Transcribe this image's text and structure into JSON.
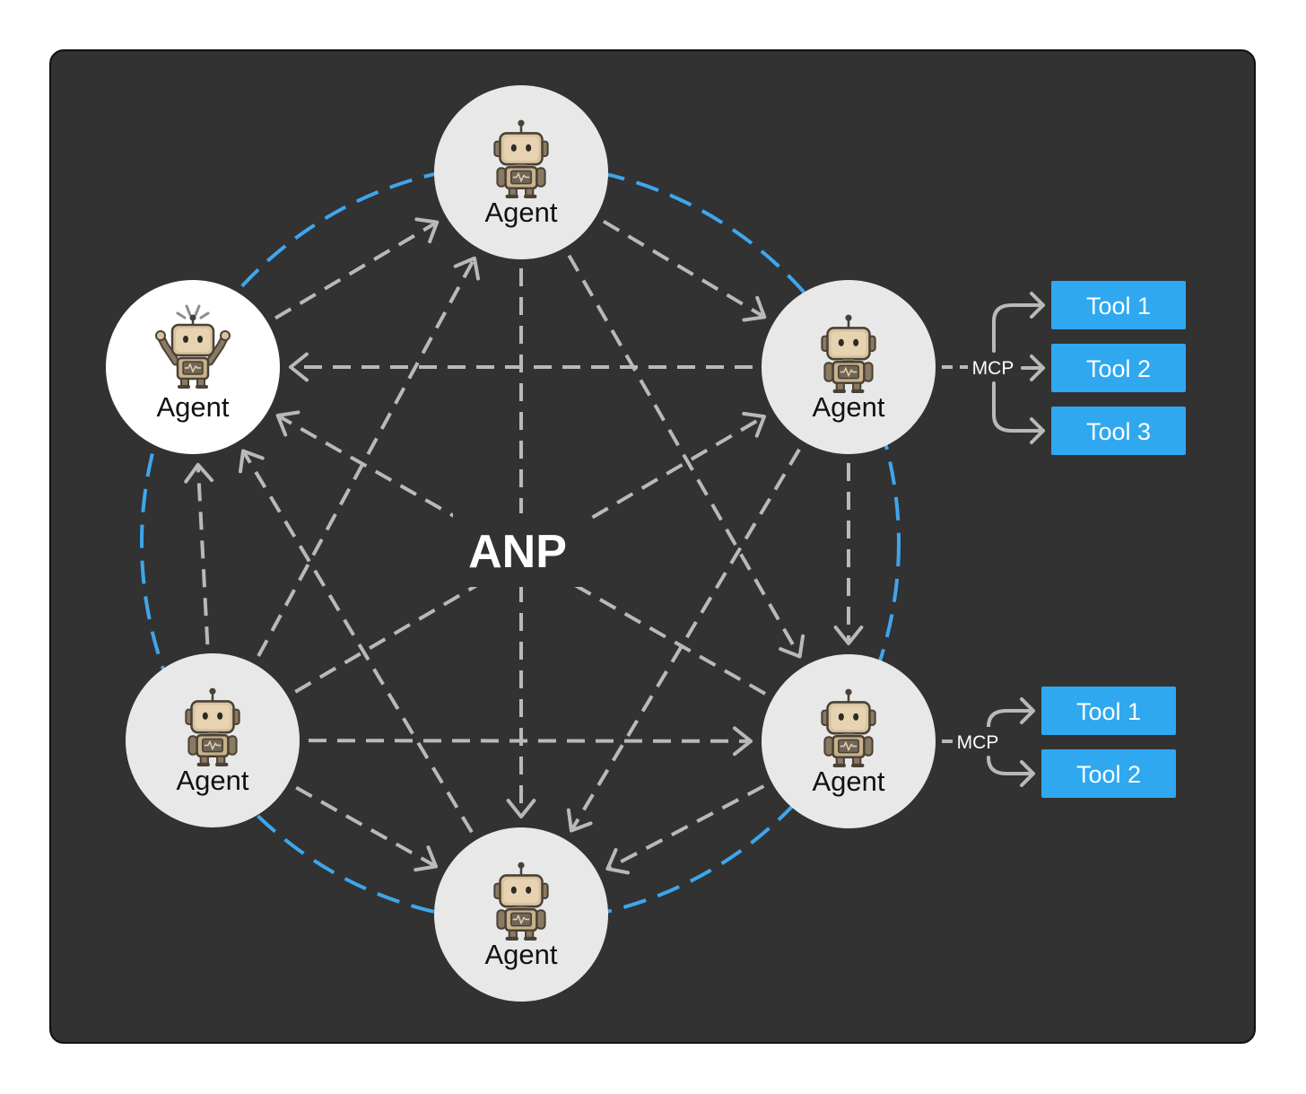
{
  "center_title": "ANP",
  "colors": {
    "background": "#323232",
    "ring": "#3ea6ec",
    "arrow": "#b9b9b9",
    "node_fill": "#e8e8e8",
    "node_fill_highlight": "#ffffff",
    "tool_fill": "#2fa8f0"
  },
  "agents": [
    {
      "id": "top",
      "label": "Agent",
      "icon": "robot-icon"
    },
    {
      "id": "upper-left",
      "label": "Agent",
      "icon": "robot-waving-icon",
      "highlighted": true
    },
    {
      "id": "upper-right",
      "label": "Agent",
      "icon": "robot-icon"
    },
    {
      "id": "lower-left",
      "label": "Agent",
      "icon": "robot-icon"
    },
    {
      "id": "lower-right",
      "label": "Agent",
      "icon": "robot-icon"
    },
    {
      "id": "bottom",
      "label": "Agent",
      "icon": "robot-icon"
    }
  ],
  "connections": [
    {
      "from": "top",
      "to": "upper-right"
    },
    {
      "from": "top",
      "to": "bottom"
    },
    {
      "from": "top",
      "to": "lower-right"
    },
    {
      "from": "upper-left",
      "to": "top"
    },
    {
      "from": "upper-right",
      "to": "upper-left"
    },
    {
      "from": "upper-right",
      "to": "lower-right"
    },
    {
      "from": "upper-right",
      "to": "bottom"
    },
    {
      "from": "lower-left",
      "to": "upper-left"
    },
    {
      "from": "lower-left",
      "to": "top"
    },
    {
      "from": "lower-left",
      "to": "upper-right"
    },
    {
      "from": "lower-left",
      "to": "lower-right"
    },
    {
      "from": "lower-left",
      "to": "bottom"
    },
    {
      "from": "lower-right",
      "to": "upper-left"
    },
    {
      "from": "lower-right",
      "to": "bottom"
    },
    {
      "from": "bottom",
      "to": "upper-left"
    }
  ],
  "mcp_groups": [
    {
      "agent": "upper-right",
      "label": "MCP",
      "tools": [
        "Tool 1",
        "Tool 2",
        "Tool 3"
      ]
    },
    {
      "agent": "lower-right",
      "label": "MCP",
      "tools": [
        "Tool 1",
        "Tool 2"
      ]
    }
  ]
}
